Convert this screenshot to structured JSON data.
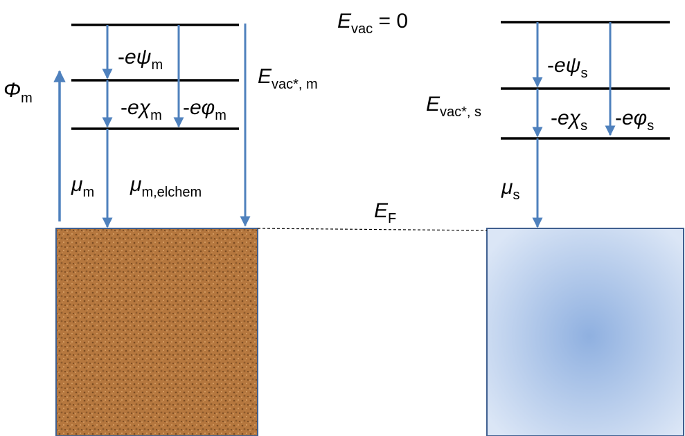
{
  "colors": {
    "arrow": "#4f81bd",
    "level_line": "#000000",
    "metal_base": "#b5773e",
    "metal_speckle_dark": "#7a4b22",
    "metal_speckle_light": "#d9a36a",
    "semiconductor_center": "#8fb0e0",
    "semiconductor_edge": "#dbe6f6",
    "block_border": "#3f5f8f",
    "fermi_dash": "#000000"
  },
  "labels": {
    "e_vac": {
      "symbol": "E",
      "sub": "vac",
      "rest": " = 0"
    },
    "phi_m": {
      "symbol": "Φ",
      "sub": "m"
    },
    "neg_e_psi_m": {
      "prefix": "-",
      "symbol": "eψ",
      "sub": "m"
    },
    "neg_e_chi_m": {
      "prefix": "-",
      "symbol": "eχ",
      "sub": "m"
    },
    "neg_e_varphi_m": {
      "prefix": "-",
      "symbol": "eφ",
      "sub": "m"
    },
    "e_vac_star_m": {
      "symbol": "E",
      "sub": "vac*, m"
    },
    "mu_m": {
      "symbol": "μ",
      "sub": "m"
    },
    "mu_m_elchem": {
      "symbol": "μ",
      "sub": "m,elchem"
    },
    "e_f": {
      "symbol": "E",
      "sub": "F"
    },
    "neg_e_psi_s": {
      "prefix": "-",
      "symbol": "eψ",
      "sub": "s"
    },
    "e_vac_star_s": {
      "symbol": "E",
      "sub": "vac*, s"
    },
    "neg_e_chi_s": {
      "prefix": "-",
      "symbol": "eχ",
      "sub": "s"
    },
    "neg_e_varphi_s": {
      "prefix": "-",
      "symbol": "eφ",
      "sub": "s"
    },
    "mu_s": {
      "symbol": "μ",
      "sub": "s"
    }
  }
}
